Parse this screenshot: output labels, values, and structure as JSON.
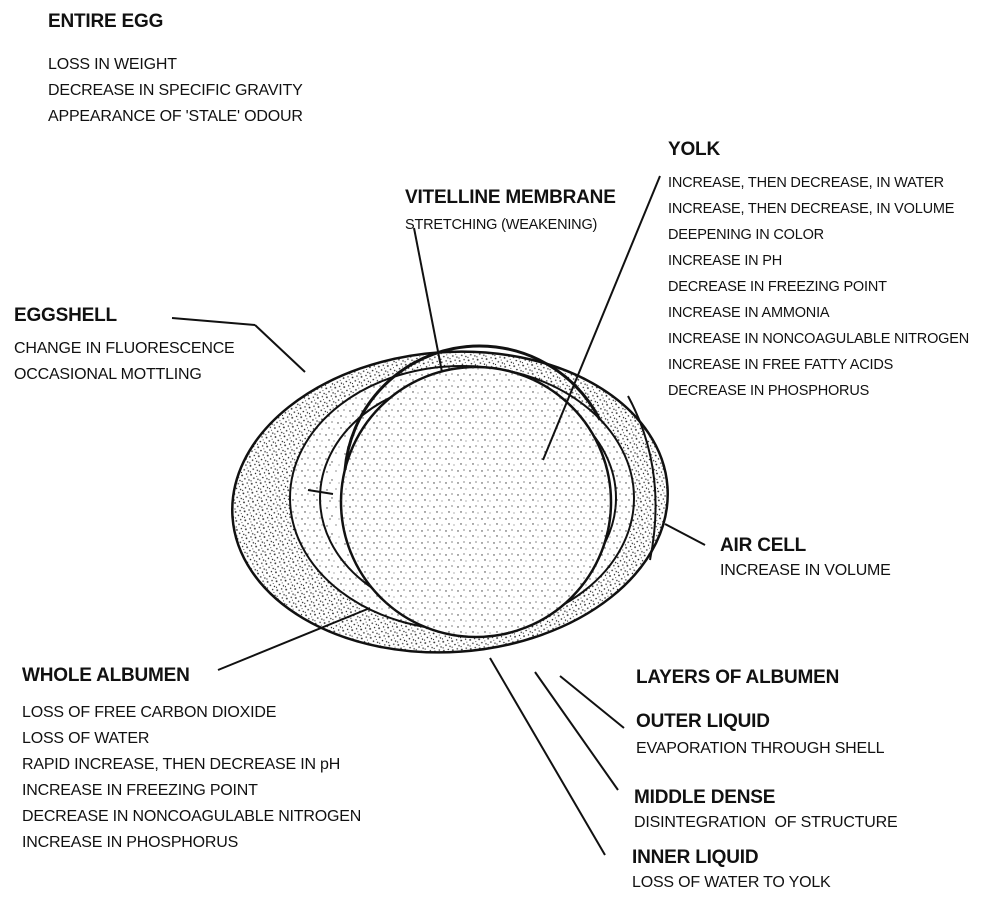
{
  "entire_egg": {
    "heading": "ENTIRE EGG",
    "items": [
      "LOSS IN WEIGHT",
      "DECREASE IN SPECIFIC GRAVITY",
      "APPEARANCE OF 'STALE' ODOUR"
    ]
  },
  "yolk": {
    "heading": "YOLK",
    "items": [
      "INCREASE, THEN DECREASE, IN WATER",
      "INCREASE, THEN DECREASE, IN VOLUME",
      "DEEPENING IN COLOR",
      "INCREASE IN PH",
      "DECREASE IN FREEZING POINT",
      "INCREASE IN AMMONIA",
      "INCREASE IN NONCOAGULABLE NITROGEN",
      "INCREASE IN FREE FATTY ACIDS",
      "DECREASE IN PHOSPHORUS"
    ]
  },
  "vitelline_membrane": {
    "heading": "VITELLINE MEMBRANE",
    "items": [
      "STRETCHING (WEAKENING)"
    ]
  },
  "eggshell": {
    "heading": "EGGSHELL",
    "items": [
      "CHANGE IN FLUORESCENCE",
      "OCCASIONAL MOTTLING"
    ]
  },
  "air_cell": {
    "heading": "AIR CELL",
    "items": [
      "INCREASE IN VOLUME"
    ]
  },
  "whole_albumen": {
    "heading": "WHOLE ALBUMEN",
    "items": [
      "LOSS OF FREE CARBON DIOXIDE",
      "LOSS OF WATER",
      "RAPID INCREASE, THEN DECREASE IN pH",
      "INCREASE IN FREEZING POINT",
      "DECREASE IN NONCOAGULABLE NITROGEN",
      "INCREASE IN PHOSPHORUS"
    ]
  },
  "layers_of_albumen": {
    "heading": "LAYERS OF ALBUMEN"
  },
  "outer_liquid": {
    "heading": "OUTER LIQUID",
    "items": [
      "EVAPORATION THROUGH SHELL"
    ]
  },
  "middle_dense": {
    "heading": "MIDDLE DENSE",
    "items": [
      "DISINTEGRATION  OF STRUCTURE"
    ]
  },
  "inner_liquid": {
    "heading": "INNER LIQUID",
    "items": [
      "LOSS OF WATER TO YOLK"
    ]
  }
}
